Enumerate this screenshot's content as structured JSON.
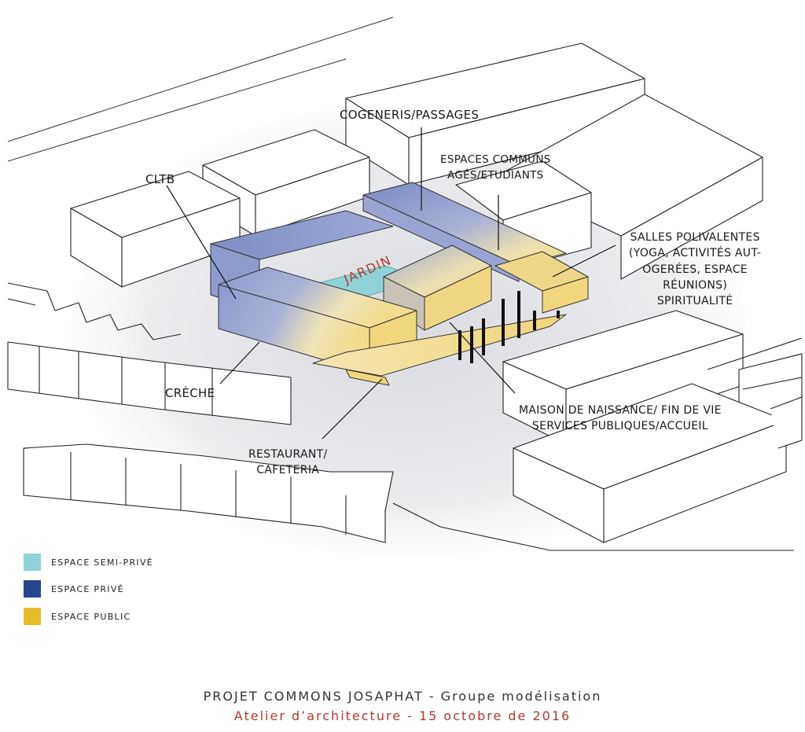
{
  "labels": {
    "cogeneris": "COGENERIS/PASSAGES",
    "espaces_line1": "ESPACES COMMUNS",
    "espaces_line2": "AGÉS/ETUDIANTS",
    "cltb": "CLTB",
    "jardin": "JARDIN",
    "salles_line1": "SALLES POLIVALENTES",
    "salles_line2": "(YOGA, ACTIVITÉS AUT-",
    "salles_line3": "OGERÉES, ESPACE",
    "salles_line4": "RÉUNIONS)",
    "salles_line5": "SPIRITUALITÉ",
    "creche": "CRÈCHE",
    "maison_line1": "MAISON DE NAISSANCE/ FIN DE VIE",
    "maison_line2": "SERVICES PUBLIQUES/ACCUEIL",
    "restaurant_line1": "RESTAURANT/",
    "restaurant_line2": "CAFETERIA"
  },
  "legend": [
    {
      "label": "ESPACE SEMI-PRIVÉ",
      "color": "#8fd3d6"
    },
    {
      "label": "ESPACE PRIVÉ",
      "color": "#27458f"
    },
    {
      "label": "ESPACE PUBLIC",
      "color": "#e8bd2c"
    }
  ],
  "footer": {
    "title": "PROJET COMMONS JOSAPHAT - Groupe modélisation",
    "subtitle": "Atelier d’architecture - 15 octobre de 2016"
  },
  "colors": {
    "private": "#8f9ccc",
    "public": "#f0dc95",
    "semi_private": "#8fd3d6",
    "accent_red": "#b23a2e"
  }
}
